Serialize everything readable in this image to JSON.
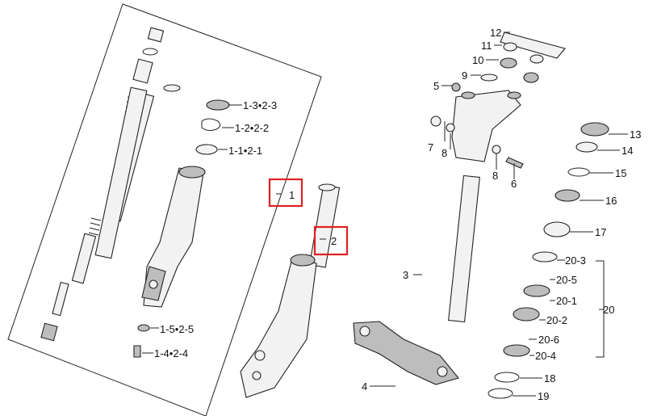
{
  "callouts": {
    "c1": "1",
    "c2": "2",
    "c3": "3",
    "c4": "4",
    "c5": "5",
    "c6": "6",
    "c7": "7",
    "c8a": "8",
    "c8b": "8",
    "c9": "9",
    "c10": "10",
    "c11": "11",
    "c12": "12",
    "c13": "13",
    "c14": "14",
    "c15": "15",
    "c16": "16",
    "c17": "17",
    "c18": "18",
    "c19": "19",
    "c20": "20",
    "c20_1": "20-1",
    "c20_2": "20-2",
    "c20_3": "20-3",
    "c20_4": "20-4",
    "c20_5": "20-5",
    "c20_6": "20-6",
    "c1_1": "1-1•2-1",
    "c1_2": "1-2•2-2",
    "c1_3": "1-3•2-3",
    "c1_4": "1-4•2-4",
    "c1_5": "1-5•2-5"
  },
  "highlight_color": "#e02020",
  "highlighted_callouts": [
    "1",
    "2"
  ]
}
